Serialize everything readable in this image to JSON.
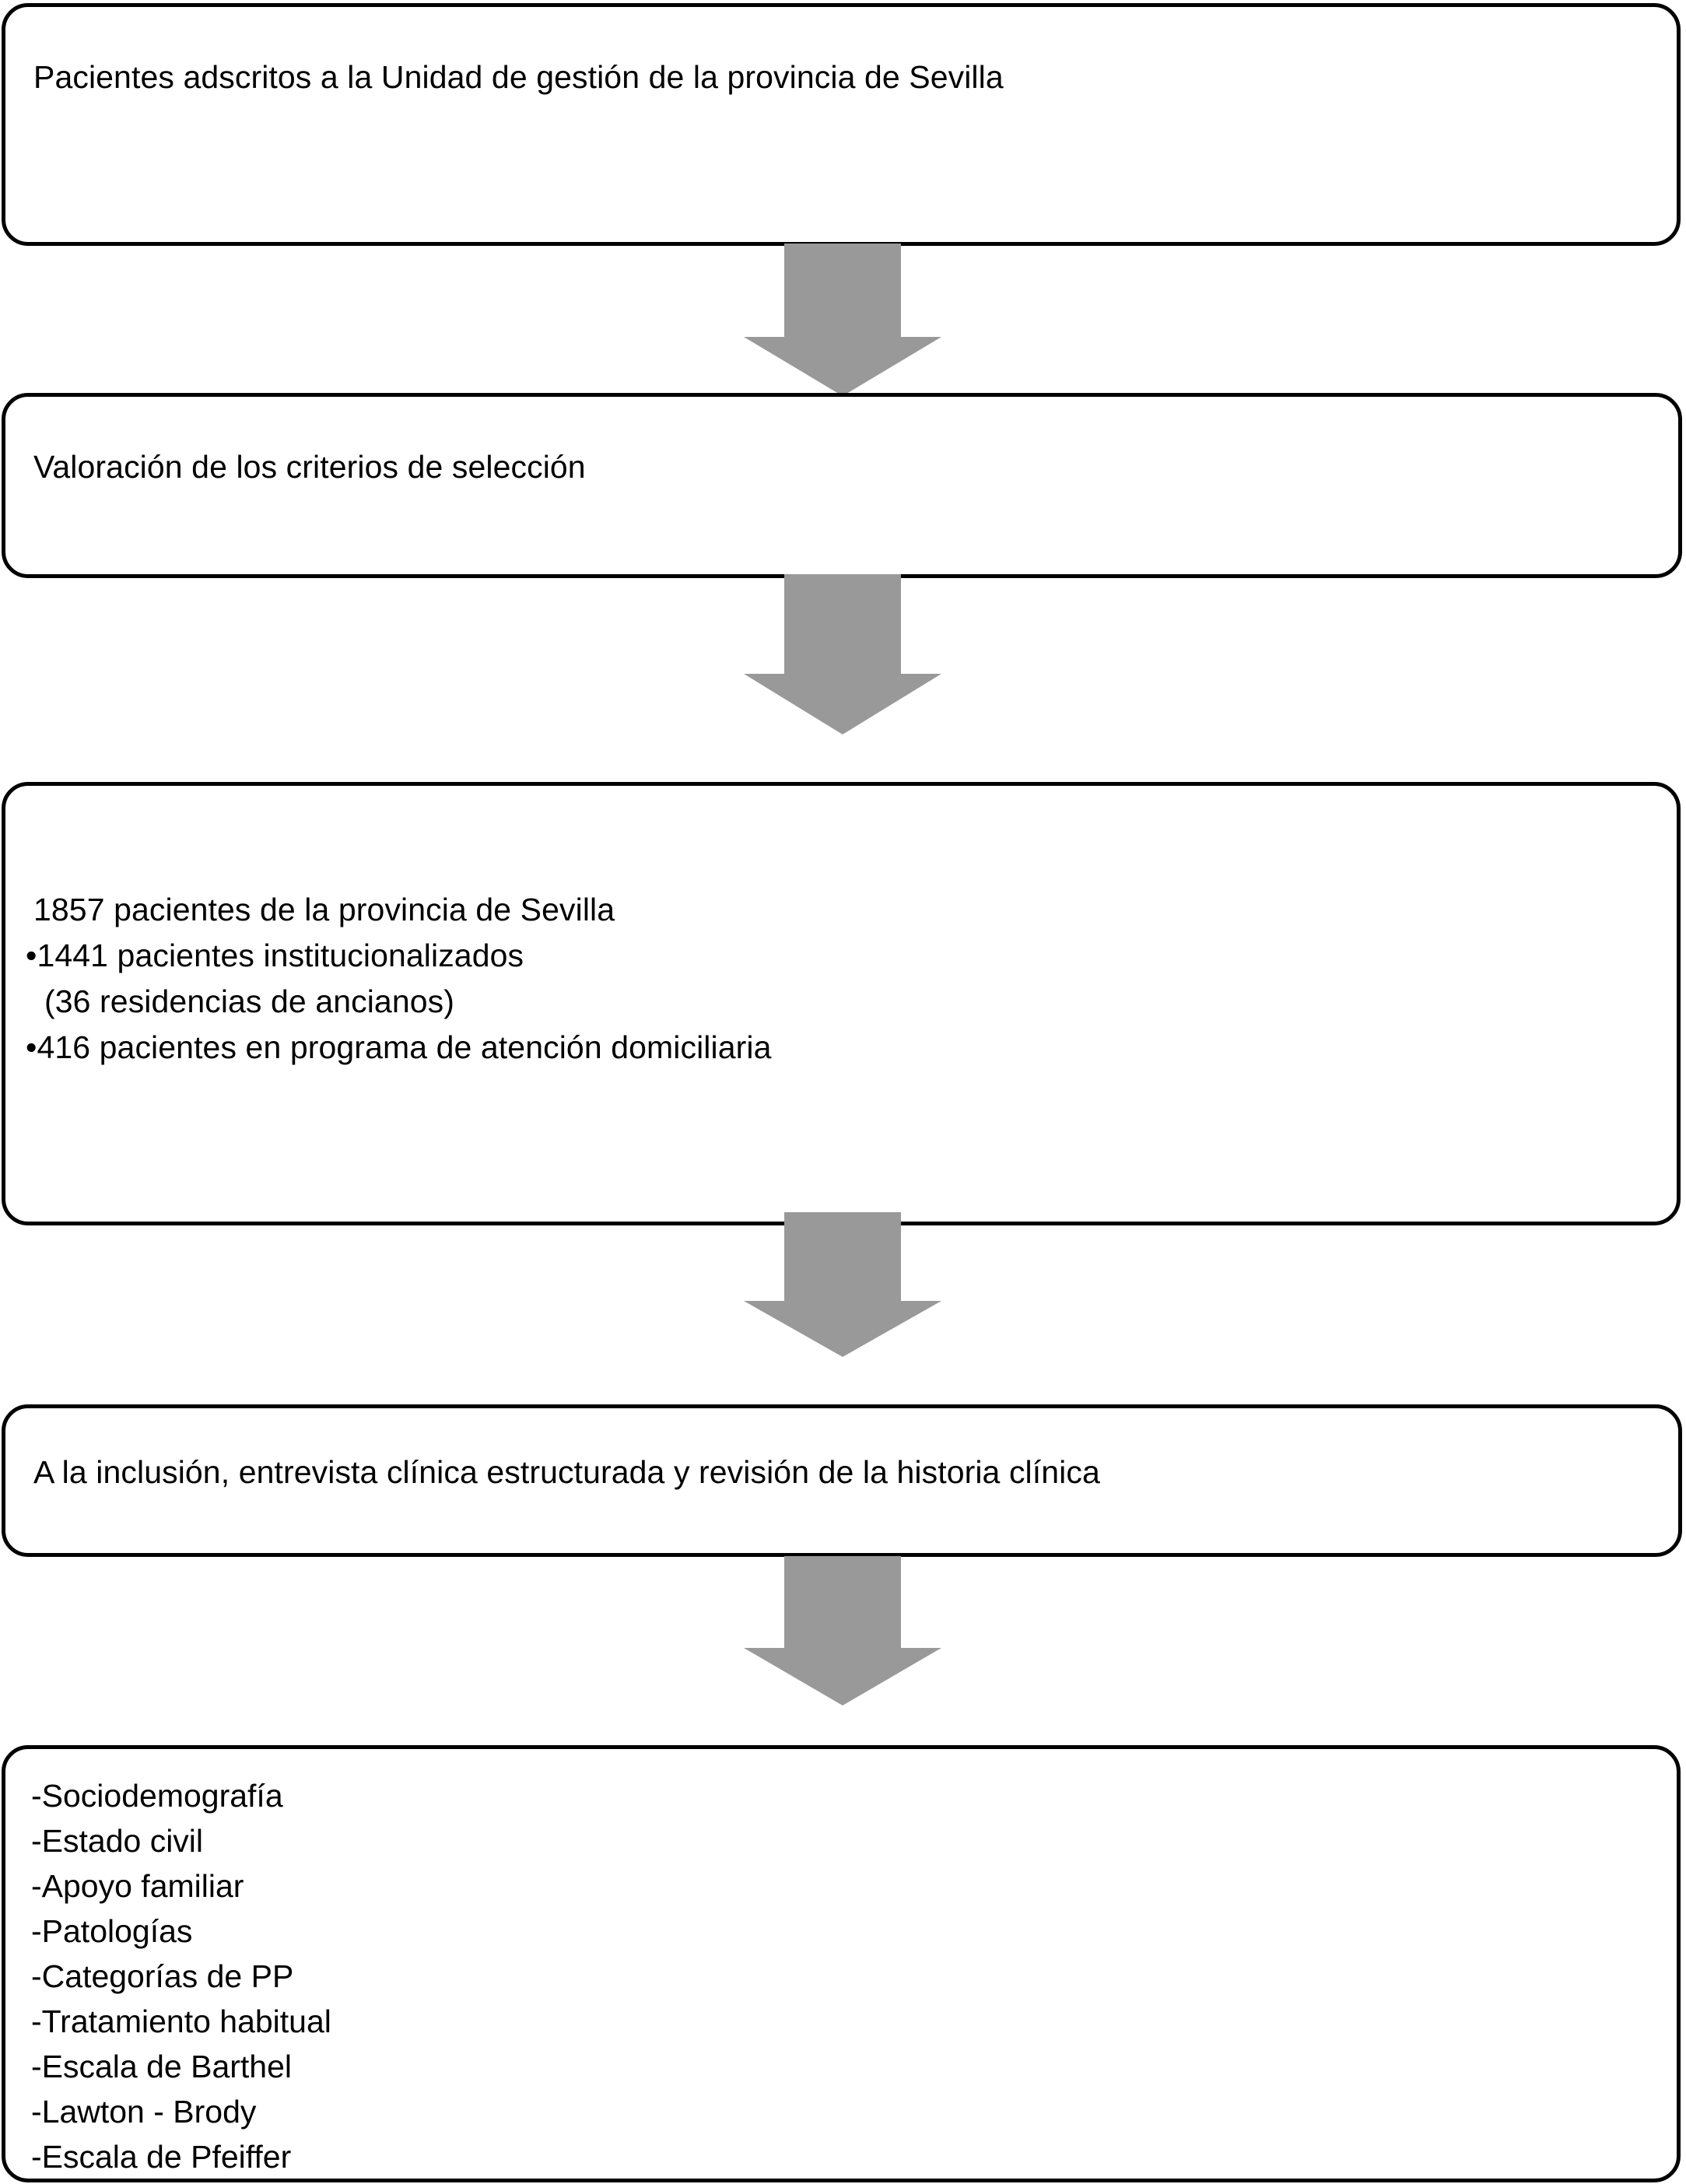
{
  "diagram": {
    "type": "flowchart",
    "orientation": "vertical",
    "title": "Patient selection flow diagram",
    "colors": {
      "box_border": "#000000",
      "box_fill": "#ffffff",
      "arrow_fill": "#999999",
      "text": "#000000"
    },
    "nodes": [
      {
        "id": "box-1",
        "name": "patients-enrolled-box",
        "lines": [
          "Pacientes adscritos a la Unidad de gestión de la provincia de Sevilla"
        ]
      },
      {
        "id": "box-2",
        "name": "selection-criteria-box",
        "lines": [
          "Valoración de los criterios de selección"
        ]
      },
      {
        "id": "box-3",
        "name": "patient-counts-box",
        "lines": [
          "1857 pacientes de la provincia de Sevilla",
          "•1441 pacientes institucionalizados",
          "(36 residencias de ancianos)",
          "•416 pacientes en programa de atención domiciliaria"
        ],
        "counts": {
          "total_patients": 1857,
          "institutionalized_patients": 1441,
          "nursing_homes": 36,
          "home_care_patients": 416
        }
      },
      {
        "id": "box-4",
        "name": "inclusion-interview-box",
        "lines": [
          "A la inclusión, entrevista clínica estructurada y revisión de la historia clínica"
        ]
      },
      {
        "id": "box-5",
        "name": "collected-variables-box",
        "lines": [
          "-Sociodemografía",
          "-Estado civil",
          "-Apoyo familiar",
          "-Patologías",
          "-Categorías de PP",
          "-Tratamiento habitual",
          "-Escala de Barthel",
          "-Lawton - Brody",
          "-Escala de Pfeiffer"
        ]
      }
    ],
    "connectors": [
      {
        "id": "arrow-1",
        "name": "down-arrow-icon",
        "from": "box-1",
        "to": "box-2"
      },
      {
        "id": "arrow-2",
        "name": "down-arrow-icon",
        "from": "box-2",
        "to": "box-3"
      },
      {
        "id": "arrow-3",
        "name": "down-arrow-icon",
        "from": "box-3",
        "to": "box-4"
      },
      {
        "id": "arrow-4",
        "name": "down-arrow-icon",
        "from": "box-4",
        "to": "box-5"
      }
    ]
  }
}
